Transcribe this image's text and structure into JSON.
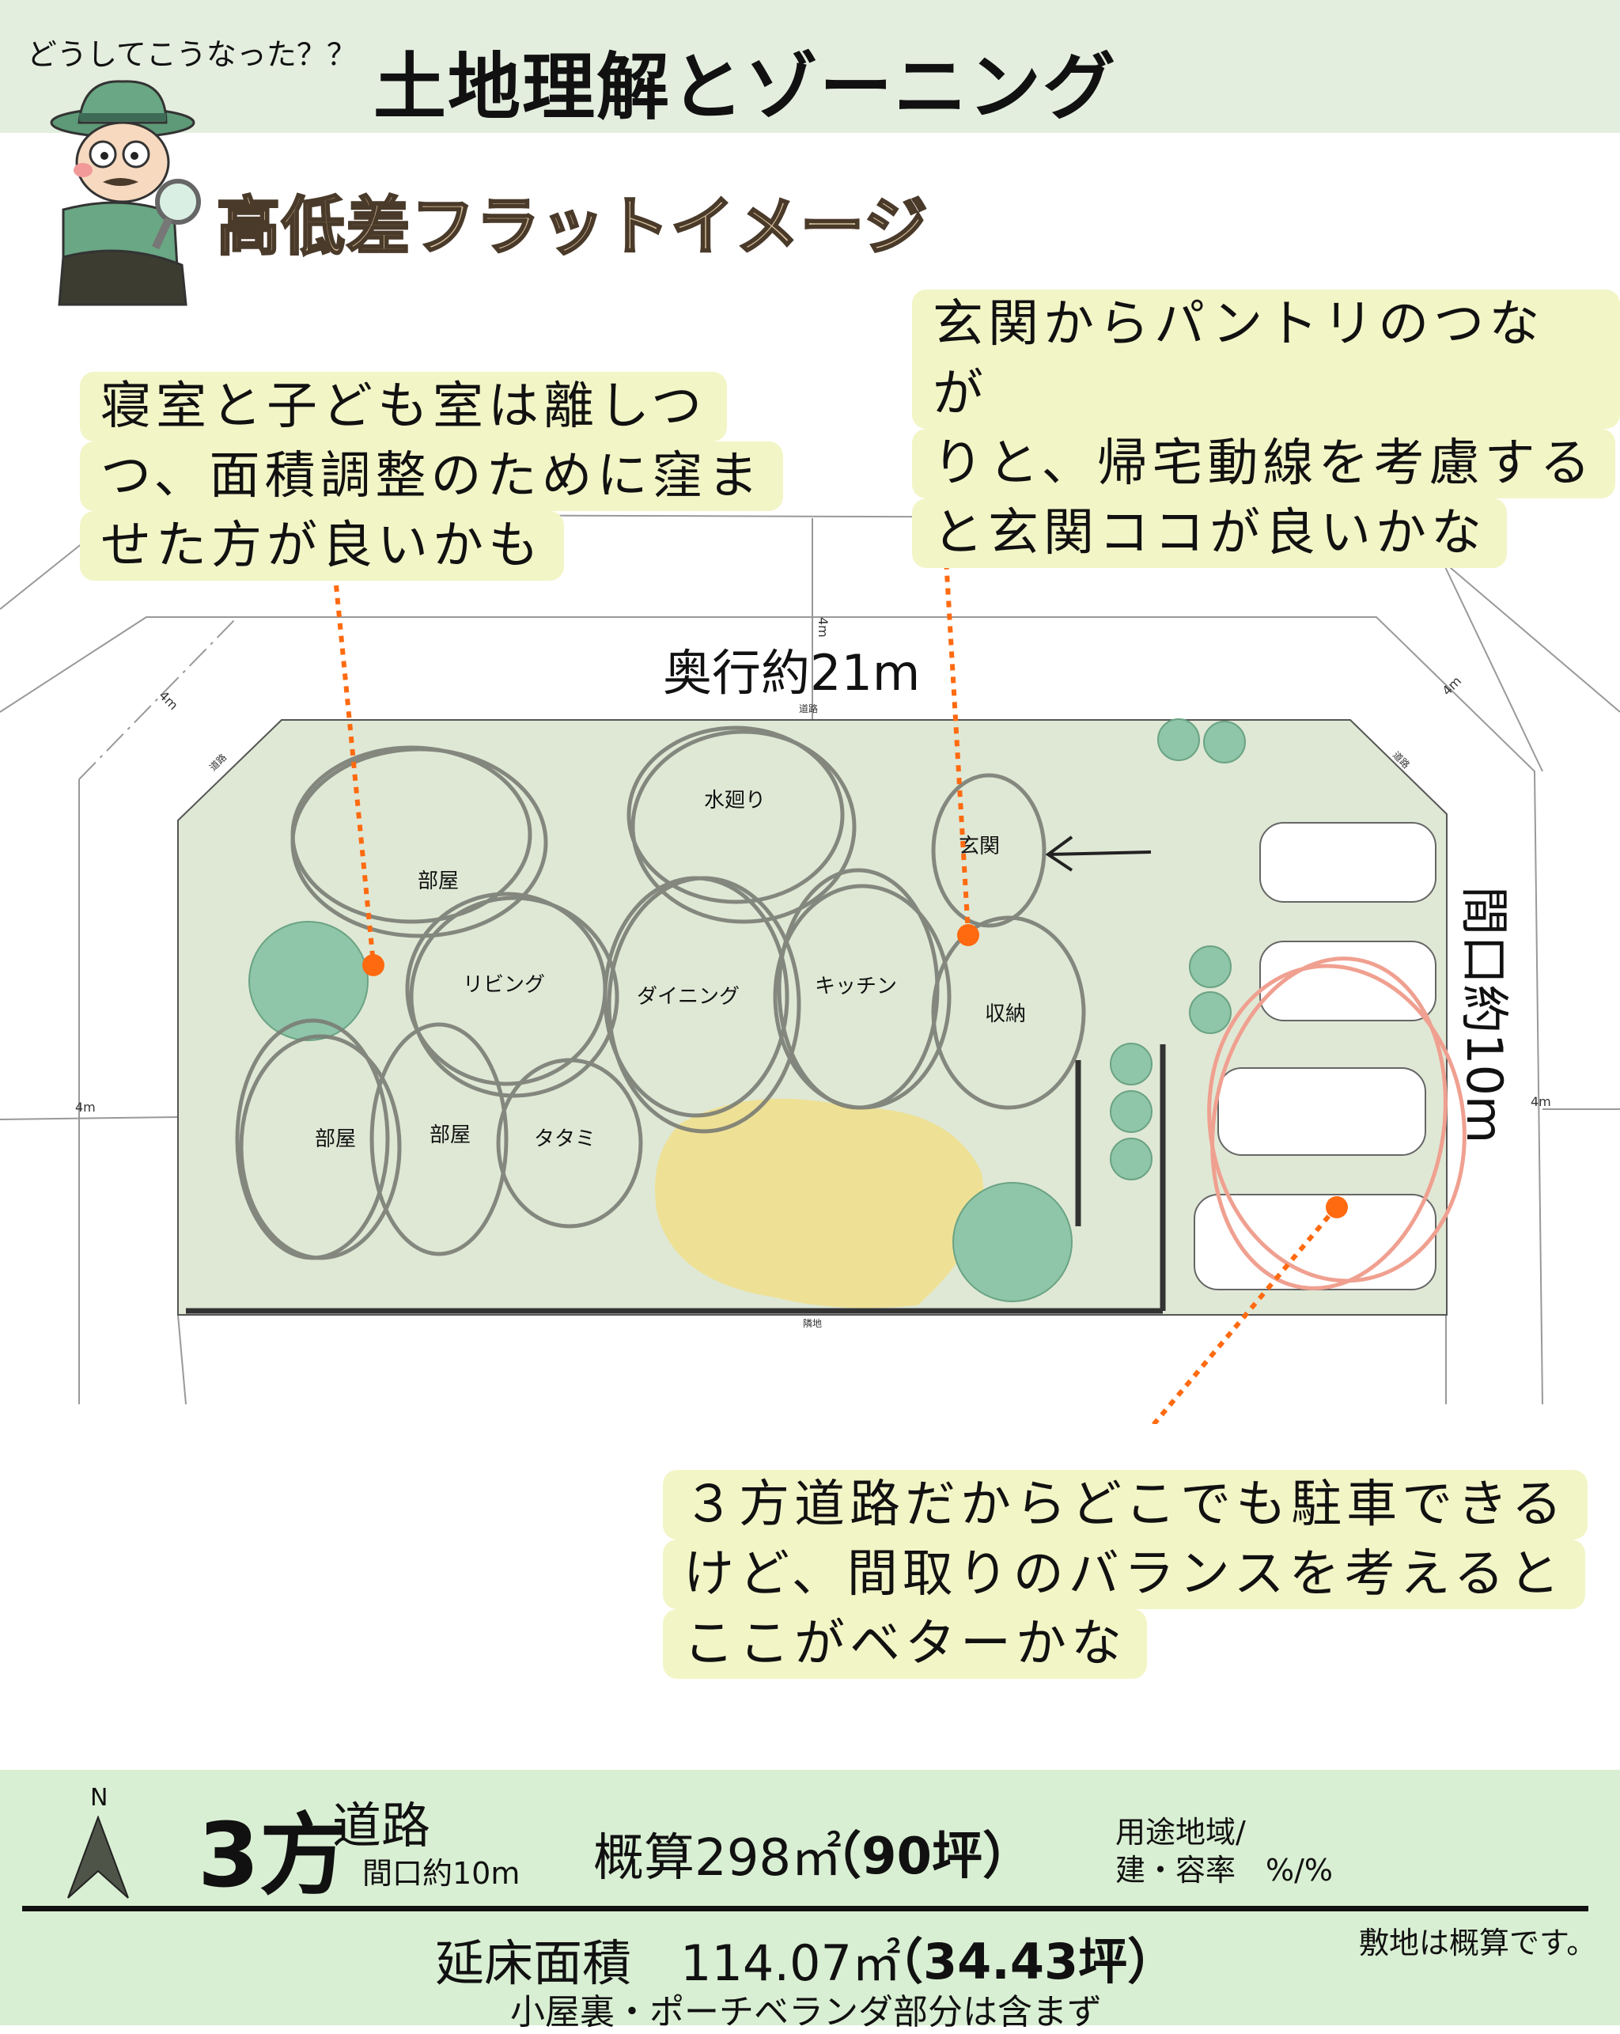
{
  "header": {
    "pre_title": "どうしてこうなった？？",
    "title": "土地理解とゾーニング",
    "subtitle": "高低差フラットイメージ"
  },
  "callouts": [
    {
      "lines": [
        "寝室と子ども室は離しつ",
        "つ、面積調整のために窪ま",
        "せた方が良いかも"
      ]
    },
    {
      "lines": [
        "玄関からパントリのつなが",
        "りと、帰宅動線を考慮する",
        "と玄関ココが良いかな"
      ]
    },
    {
      "lines": [
        "３方道路だからどこでも駐車できる",
        "けど、間取りのバランスを考えると",
        "ここがベターかな"
      ]
    }
  ],
  "map": {
    "depth_label": "奥行約21m",
    "frontage_label": "間口約10m",
    "road_width": "4m",
    "road": "道路",
    "neighbor": "隣地",
    "rooms": {
      "room_top": "部屋",
      "water": "水廻り",
      "entrance": "玄関",
      "living": "リビング",
      "dining": "ダイニング",
      "kitchen": "キッチン",
      "storage": "収納",
      "room_bl": "部屋",
      "room_bm": "部屋",
      "tatami": "タタミ"
    },
    "colors": {
      "lot": "#dfe8d5",
      "tree": "#8fc5a8",
      "garden": "#efe08e",
      "pointer": "#ff6a10",
      "parking_circle": "#f0a090"
    }
  },
  "footer": {
    "north": "N",
    "roads_big": "3方",
    "roads_small": "道路",
    "frontage": "間口約10m",
    "area_label": "概算298㎡",
    "area_tsubo": "（90坪）",
    "zoning_line1": "用途地域/",
    "zoning_line2": "建・容率　%/%",
    "floor_area_label": "延床面積　114.07㎡",
    "floor_area_tsubo": "（34.43坪）",
    "floor_note": "小屋裏・ポーチベランダ部分は含まず",
    "site_note": "敷地は概算です。"
  }
}
